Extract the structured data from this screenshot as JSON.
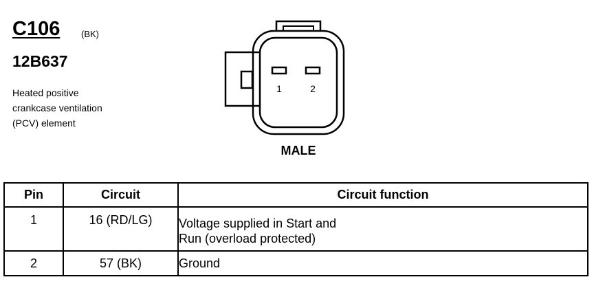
{
  "connector": {
    "id": "C106",
    "color_code": "(BK)",
    "part_number": "12B637",
    "description_lines": [
      "Heated positive",
      "crankcase ventilation",
      "(PCV) element"
    ],
    "gender": "MALE",
    "pin_labels": [
      "1",
      "2"
    ]
  },
  "table": {
    "headers": [
      "Pin",
      "Circuit",
      "Circuit function"
    ],
    "rows": [
      {
        "pin": "1",
        "circuit": "16 (RD/LG)",
        "function_lines": [
          "Voltage supplied in Start and",
          "Run (overload protected)"
        ]
      },
      {
        "pin": "2",
        "circuit": "57 (BK)",
        "function_lines": [
          "Ground"
        ]
      }
    ]
  }
}
